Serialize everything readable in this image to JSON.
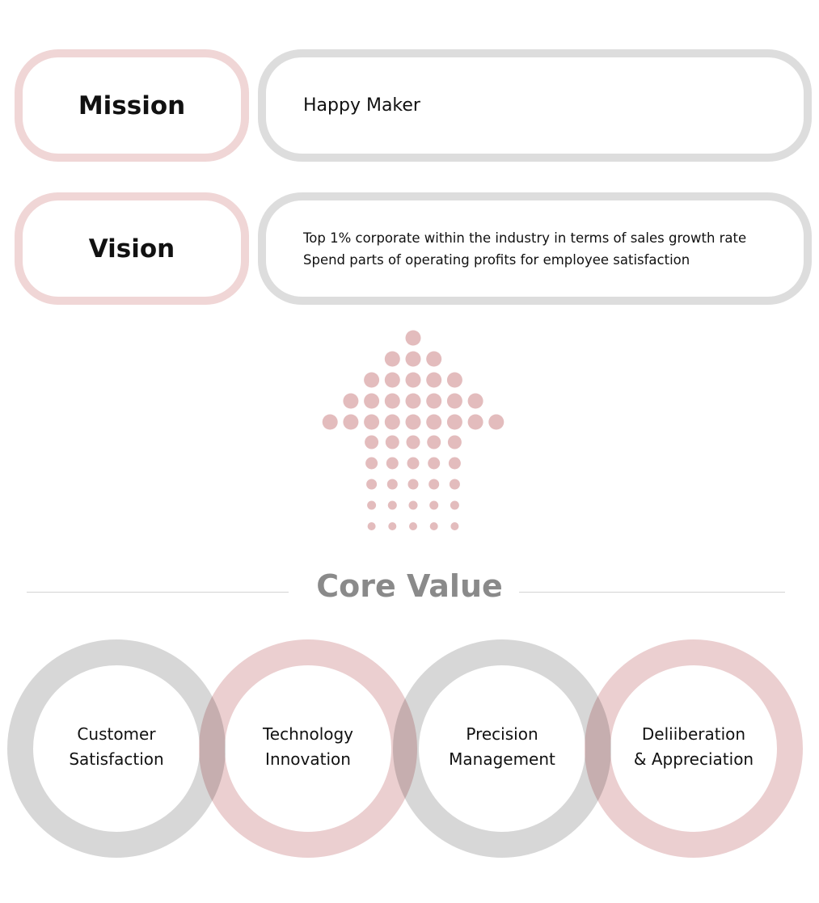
{
  "mission": {
    "label": "Mission",
    "text": "Happy Maker"
  },
  "vision": {
    "label": "Vision",
    "lines": [
      "Top 1% corporate within the industry in terms of sales growth rate",
      "Spend parts of operating profits for employee satisfaction"
    ]
  },
  "core_value": {
    "title": "Core Value",
    "items": [
      {
        "line1": "Customer",
        "line2": "Satisfaction",
        "ring_color": "#d7d7d7"
      },
      {
        "line1": "Technology",
        "line2": "Innovation",
        "ring_color": "#ebcfd0"
      },
      {
        "line1": "Precision",
        "line2": "Management",
        "ring_color": "#d7d7d7"
      },
      {
        "line1": "Deliiberation",
        "line2": "& Appreciation",
        "ring_color": "#ebcfd0"
      }
    ]
  },
  "colors": {
    "accent_pink": "#e3bcbd",
    "pill_pink": "#f0d6d6",
    "pill_gray": "#dddddd",
    "title_gray": "#8a8a8a"
  },
  "icon": "upward-dot-arrow-icon"
}
